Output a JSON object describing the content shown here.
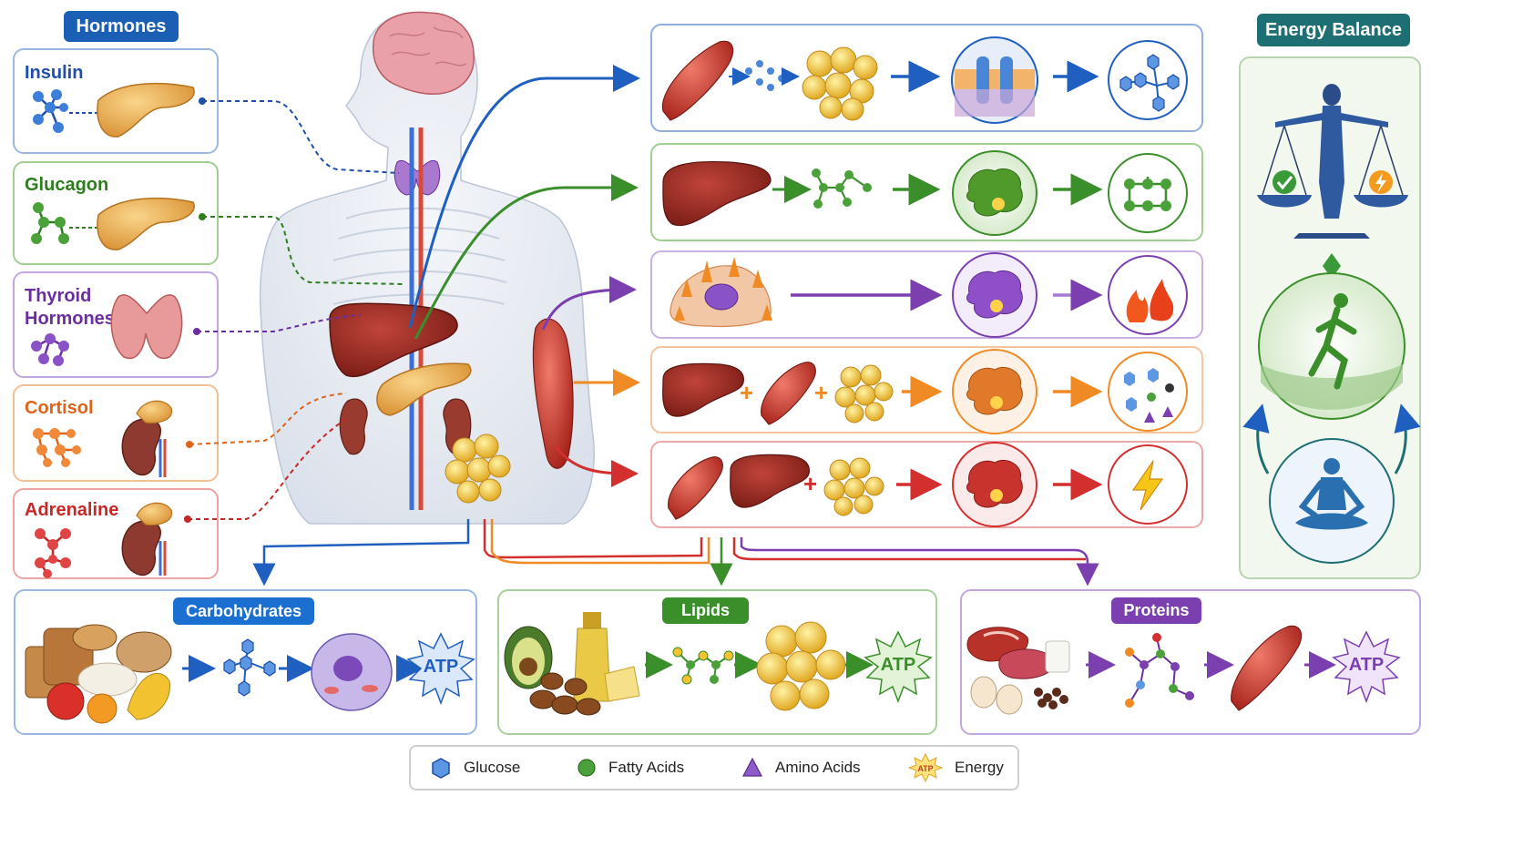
{
  "hormones_header": "Hormones",
  "energy_balance_header": "Energy Balance",
  "hormones": [
    {
      "label": "Insulin",
      "color": "#1f4fa8"
    },
    {
      "label": "Glucagon",
      "color": "#2e7d1f"
    },
    {
      "label": "Thyroid Hormones",
      "color": "#6a2ea0"
    },
    {
      "label": "Cortisol",
      "color": "#e0631a"
    },
    {
      "label": "Adrenaline",
      "color": "#c62828"
    }
  ],
  "macronutrients": {
    "carbohydrates": "Carbohydrates",
    "lipids": "Lipids",
    "proteins": "Proteins",
    "atp": "ATP"
  },
  "legend": {
    "glucose": "Glucose",
    "fatty_acids": "Fatty Acids",
    "amino_acids": "Amino Acids",
    "energy": "Energy",
    "atp_small": "ATP"
  },
  "colors": {
    "blue": "#1f5fbf",
    "green": "#3a8f2a",
    "purple": "#7b3fb0",
    "orange": "#f08a24",
    "red": "#d32f2f",
    "header_blue": "#1a5fb4",
    "energy_teal": "#1e6f73"
  }
}
